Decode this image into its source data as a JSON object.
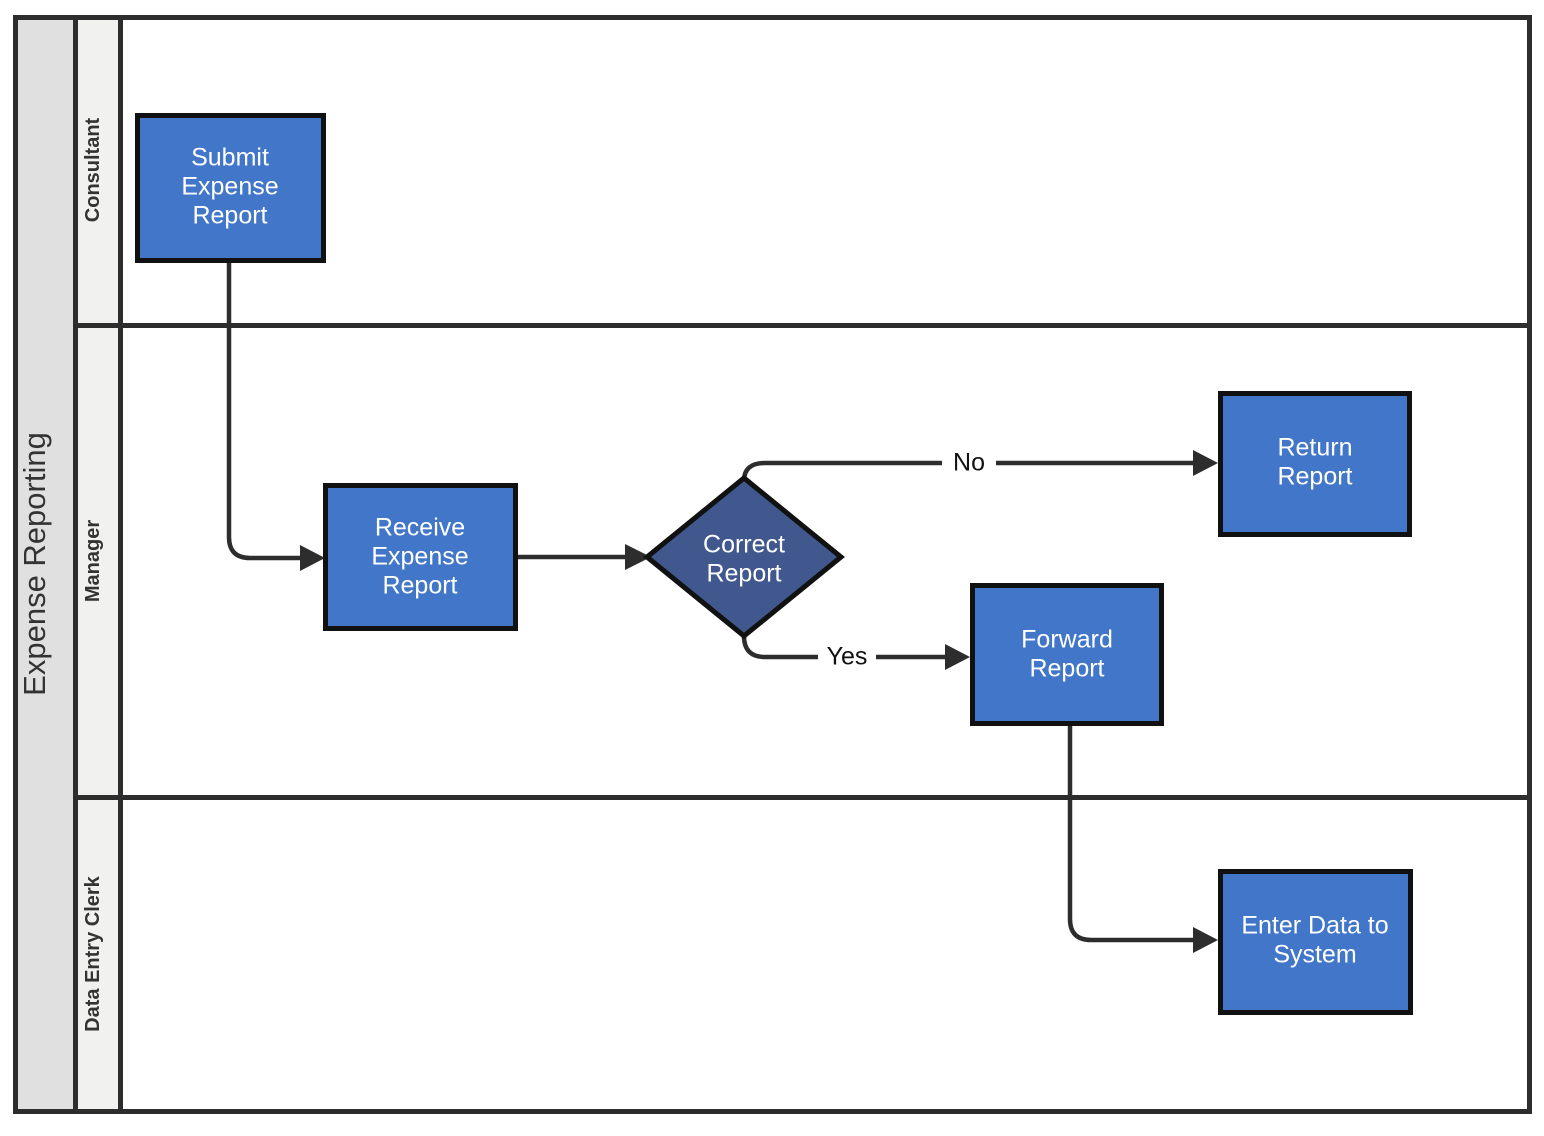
{
  "diagram": {
    "type": "swimlane-flowchart",
    "pool": {
      "title": "Expense Reporting",
      "header_color": "#e0e0e0",
      "lane_header_color": "#f1f1f0",
      "border_color": "#2d2d2d"
    },
    "lanes": [
      {
        "id": "consultant",
        "label": "Consultant"
      },
      {
        "id": "manager",
        "label": "Manager"
      },
      {
        "id": "data-entry-clerk",
        "label": "Data Entry Clerk"
      }
    ],
    "nodes": [
      {
        "id": "submit-expense-report",
        "lane": "consultant",
        "shape": "task",
        "label": "Submit Expense Report",
        "lines": [
          "Submit",
          "Expense",
          "Report"
        ],
        "fill": "#4176c9",
        "text_color": "#ffffff"
      },
      {
        "id": "receive-expense-report",
        "lane": "manager",
        "shape": "task",
        "label": "Receive Expense Report",
        "lines": [
          "Receive",
          "Expense",
          "Report"
        ],
        "fill": "#4176c9",
        "text_color": "#ffffff"
      },
      {
        "id": "correct-report",
        "lane": "manager",
        "shape": "decision",
        "label": "Correct Report",
        "lines": [
          "Correct",
          "Report"
        ],
        "fill": "#41588f",
        "text_color": "#ffffff"
      },
      {
        "id": "return-report",
        "lane": "manager",
        "shape": "task",
        "label": "Return Report",
        "lines": [
          "Return",
          "Report"
        ],
        "fill": "#4176c9",
        "text_color": "#ffffff"
      },
      {
        "id": "forward-report",
        "lane": "manager",
        "shape": "task",
        "label": "Forward Report",
        "lines": [
          "Forward",
          "Report"
        ],
        "fill": "#4176c9",
        "text_color": "#ffffff"
      },
      {
        "id": "enter-data-to-system",
        "lane": "data-entry-clerk",
        "shape": "task",
        "label": "Enter Data to System",
        "lines": [
          "Enter Data to",
          "System"
        ],
        "fill": "#4176c9",
        "text_color": "#ffffff"
      }
    ],
    "edges": [
      {
        "id": "submit-to-receive",
        "from": "submit-expense-report",
        "to": "receive-expense-report",
        "label": ""
      },
      {
        "id": "receive-to-decision",
        "from": "receive-expense-report",
        "to": "correct-report",
        "label": ""
      },
      {
        "id": "decision-no-to-return",
        "from": "correct-report",
        "to": "return-report",
        "label": "No"
      },
      {
        "id": "decision-yes-to-forward",
        "from": "correct-report",
        "to": "forward-report",
        "label": "Yes"
      },
      {
        "id": "forward-to-enter-data",
        "from": "forward-report",
        "to": "enter-data-to-system",
        "label": ""
      }
    ]
  }
}
